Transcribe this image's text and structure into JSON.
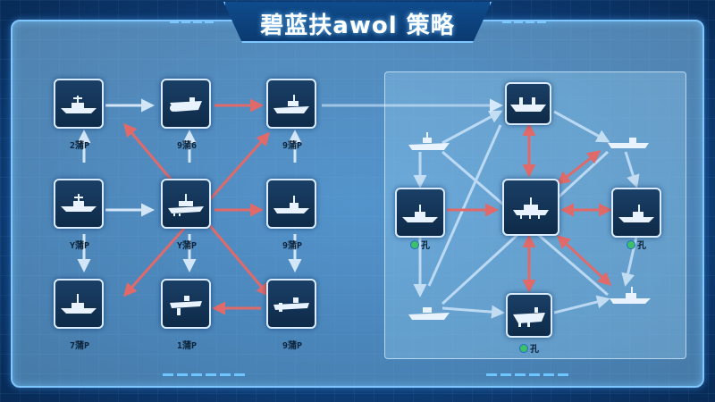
{
  "title": "碧蓝扶awol 策略",
  "colors": {
    "strong_arrow": "#e06a6a",
    "weak_arrow": "#d8ecff",
    "frame": "#7fc6ff"
  },
  "left_nodes": [
    {
      "id": "n1",
      "label": "2蒲P"
    },
    {
      "id": "n2",
      "label": "9蒲6"
    },
    {
      "id": "n3",
      "label": "9蒲P"
    },
    {
      "id": "n4",
      "label": "Y蒲P"
    },
    {
      "id": "n5",
      "label": "Y蒲P"
    },
    {
      "id": "n6",
      "label": "9蒲P"
    },
    {
      "id": "n7",
      "label": "7蒲P"
    },
    {
      "id": "n8",
      "label": "1蒲P"
    },
    {
      "id": "n9",
      "label": "9蒲P"
    }
  ],
  "right_nodes": [
    {
      "id": "r_top",
      "label": ""
    },
    {
      "id": "r_left",
      "label": "孔"
    },
    {
      "id": "r_center",
      "label": ""
    },
    {
      "id": "r_right",
      "label": "孔"
    },
    {
      "id": "r_bottom",
      "label": "孔"
    }
  ],
  "icons": {
    "cruiser": "cruiser-ship-icon",
    "carrier": "aircraft-carrier-icon",
    "submarine": "submarine-icon",
    "destroyer": "destroyer-icon",
    "battleship": "battleship-icon"
  }
}
